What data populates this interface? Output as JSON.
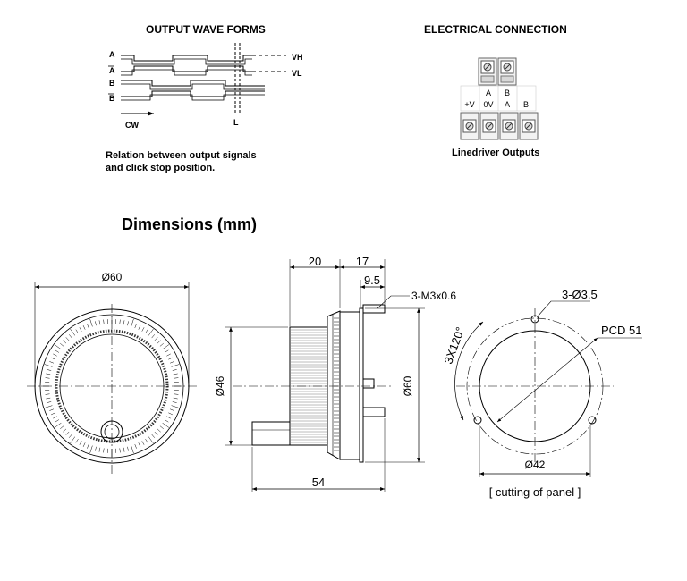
{
  "waveforms": {
    "title": "OUTPUT WAVE FORMS",
    "labels": {
      "a": "A",
      "a_bar": "A",
      "b": "B",
      "b_bar": "B",
      "vh": "VH",
      "vl": "VL",
      "cw": "CW",
      "l": "L"
    },
    "caption_line1": "Relation between output signals",
    "caption_line2": "and click stop position."
  },
  "connection": {
    "title": "ELECTRICAL CONNECTION",
    "top_row": [
      "A",
      "B"
    ],
    "bottom_row": [
      "+V",
      "0V",
      "A",
      "B"
    ],
    "caption": "Linedriver Outputs"
  },
  "dimensions": {
    "title": "Dimensions (mm)",
    "front": {
      "diameter": "Ø60"
    },
    "side": {
      "width_20": "20",
      "width_17": "17",
      "width_9_5": "9.5",
      "thread": "3-M3x0.6",
      "dia_46": "Ø46",
      "dia_60": "Ø60",
      "length_54": "54"
    },
    "panel": {
      "holes": "3-Ø3.5",
      "pcd": "PCD 51",
      "angle": "3X120°",
      "dia_42": "Ø42",
      "caption": "[ cutting of panel ]"
    }
  }
}
